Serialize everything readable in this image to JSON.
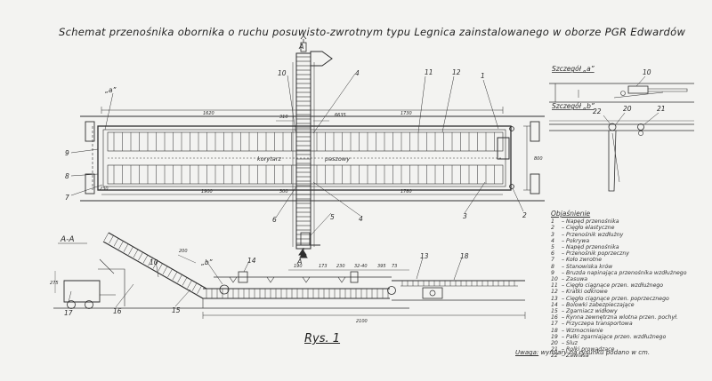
{
  "title": "Schemat przenośnika obornika o ruchu posuwisto-zwrotnym typu Legnica zainstalowanego w oborze PGR Edwardów",
  "figure_label": "Rys. 1",
  "note_label": "Uwaga:",
  "note_text": "wymiary na rysunku podano w cm.",
  "details": {
    "a": "Szczegół „a”",
    "b": "Szczegół „b”"
  },
  "section_label": "A-A",
  "section_mark": "A",
  "corridor": [
    "korytarz",
    "paszowy"
  ],
  "callouts": {
    "c1": "1",
    "c2": "2",
    "c3": "3",
    "c4a": "4",
    "c4b": "4",
    "c5": "5",
    "c6": "6",
    "c7": "7",
    "c8": "8",
    "c9": "9",
    "c10a": "10",
    "c10b": "10",
    "c10c": "10",
    "c11": "11",
    "c12": "12",
    "c13": "13",
    "c14": "14",
    "c15": "15",
    "c16": "16",
    "c17": "17",
    "c18": "18",
    "c20": "20",
    "c21": "21",
    "c22": "22",
    "ca": "„a”",
    "cb": "„b”"
  },
  "dims": {
    "d_top_total": "6635",
    "d_top_left": "1620",
    "d_top_mid": "310",
    "d_top_right": "1730",
    "d_bot_left": "1900",
    "d_bot_mid": "300",
    "d_bot_right": "1780",
    "d_right_v": "800",
    "d_left_v": "230",
    "d_s_200": "200",
    "d_s_190": "190",
    "d_s_173": "173",
    "d_s_230": "230",
    "d_s_3240": "32-40",
    "d_s_395": "395",
    "d_s_73": "73",
    "d_s_2100": "2100",
    "d_s_275": "275"
  },
  "legend": {
    "title": "Objaśnienie",
    "items": [
      {
        "num": "1",
        "text": "– Napęd przenośnika"
      },
      {
        "num": "2",
        "text": "– Cięgło elastyczne"
      },
      {
        "num": "3",
        "text": "– Przenośnik wzdłużny"
      },
      {
        "num": "4",
        "text": "– Pokrywa"
      },
      {
        "num": "5",
        "text": "– Napęd przenośnika"
      },
      {
        "num": "6",
        "text": "– Przenośnik poprzeczny"
      },
      {
        "num": "7",
        "text": "– Koło zwrotne"
      },
      {
        "num": "8",
        "text": "– Stanowiska krów"
      },
      {
        "num": "9",
        "text": "– Bruzda napinająca przenośnika wzdłużnego"
      },
      {
        "num": "10",
        "text": "– Zasuwa"
      },
      {
        "num": "11",
        "text": "– Cięgło ciągnące przen. wzdłużnego"
      },
      {
        "num": "12",
        "text": "– Kratki odkrowe"
      },
      {
        "num": "13",
        "text": "– Cięgło ciągnące przen. poprzecznego"
      },
      {
        "num": "14",
        "text": "– Bolowki zabezpieczające"
      },
      {
        "num": "15",
        "text": "– Zgarniacz widłowy"
      },
      {
        "num": "16",
        "text": "– Rynna zewnętrzna wlotna przen. pochył."
      },
      {
        "num": "17",
        "text": "– Przyczepa transportowa"
      },
      {
        "num": "18",
        "text": "– Wzmocnienie"
      },
      {
        "num": "19",
        "text": "– Pałki zgarniające przen. wzdłużnego"
      },
      {
        "num": "20",
        "text": "– Sluz"
      },
      {
        "num": "21",
        "text": "– Rolki prowadzące"
      },
      {
        "num": "22",
        "text": "– Zawiasa"
      }
    ]
  }
}
